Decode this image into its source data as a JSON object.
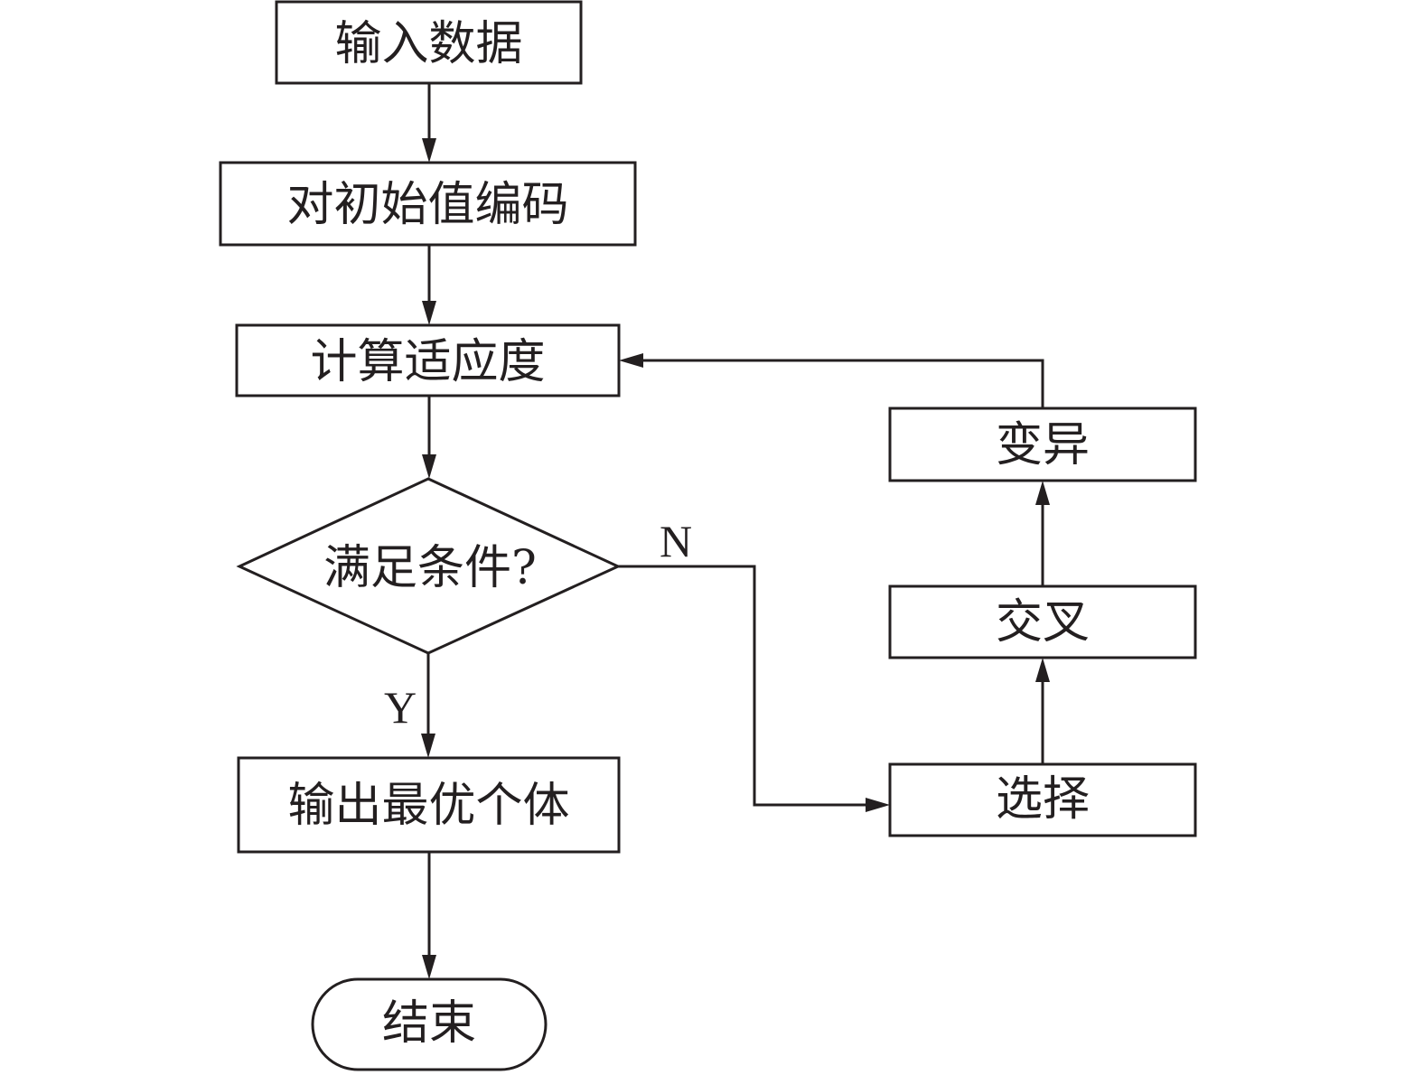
{
  "diagram": {
    "type": "flowchart",
    "nodes": {
      "input": {
        "label": "输入数据",
        "shape": "rect"
      },
      "encode": {
        "label": "对初始值编码",
        "shape": "rect"
      },
      "fitness": {
        "label": "计算适应度",
        "shape": "rect"
      },
      "condition": {
        "label": "满足条件?",
        "shape": "diamond"
      },
      "output": {
        "label": "输出最优个体",
        "shape": "rect"
      },
      "end": {
        "label": "结束",
        "shape": "terminal"
      },
      "selection": {
        "label": "选择",
        "shape": "rect"
      },
      "crossover": {
        "label": "交叉",
        "shape": "rect"
      },
      "mutation": {
        "label": "变异",
        "shape": "rect"
      }
    },
    "edges": [
      {
        "from": "input",
        "to": "encode",
        "label": ""
      },
      {
        "from": "encode",
        "to": "fitness",
        "label": ""
      },
      {
        "from": "fitness",
        "to": "condition",
        "label": ""
      },
      {
        "from": "condition",
        "to": "output",
        "label": "Y"
      },
      {
        "from": "output",
        "to": "end",
        "label": ""
      },
      {
        "from": "condition",
        "to": "selection",
        "label": "N"
      },
      {
        "from": "selection",
        "to": "crossover",
        "label": ""
      },
      {
        "from": "crossover",
        "to": "mutation",
        "label": ""
      },
      {
        "from": "mutation",
        "to": "fitness",
        "label": ""
      }
    ],
    "edge_labels": {
      "yes": "Y",
      "no": "N"
    },
    "colors": {
      "stroke": "#231f20",
      "background": "#ffffff"
    }
  }
}
